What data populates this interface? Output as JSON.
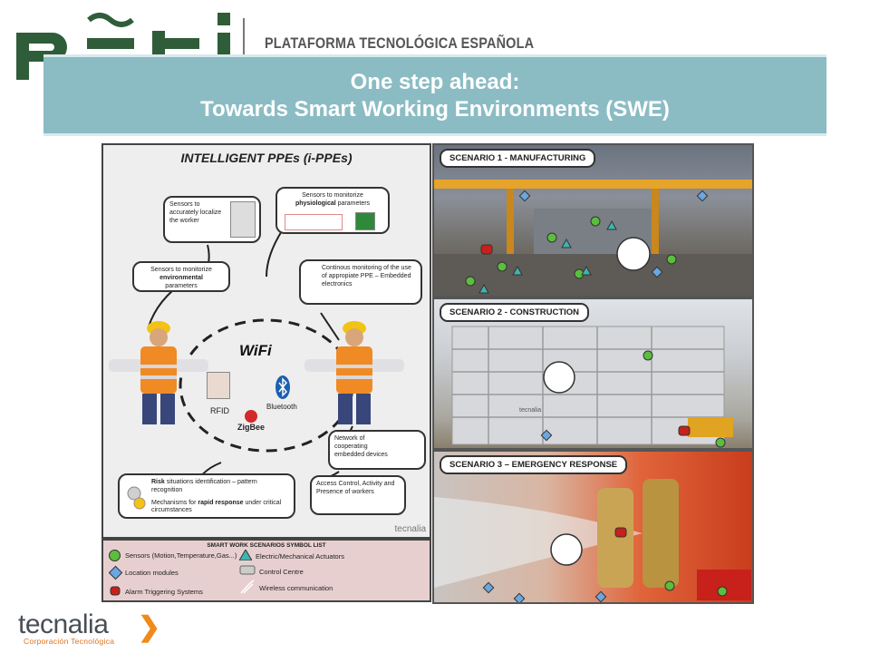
{
  "header": {
    "logo_text": "PLATAFORMA TECNOLÓGICA ESPAÑOLA",
    "title_line1": "One step ahead:",
    "title_line2": "Towards Smart Working Environments (SWE)"
  },
  "left_panel": {
    "title": "INTELLIGENT PPEs (i-PPEs)",
    "callouts": {
      "localize": "Sensors to accurately localize the worker",
      "physio_pre": "Sensors to monitorize",
      "physio_bold": "physiological",
      "physio_post": "parameters",
      "env_pre": "Sensors to monitorize",
      "env_bold": "environmental",
      "env_post": "parameters",
      "ppe": "Continous monitoring of the use of appropiate PPE – Embedded electronics",
      "network": "Network of cooperating embedded devices",
      "access": "Access Control, Activity and Presence of workers",
      "risk_bold": "Risk",
      "risk_rest": "situations identification – pattern recognition",
      "mech_pre": "Mechanisms for",
      "mech_bold": "rapid response",
      "mech_post": "under critical circumstances"
    },
    "wifi": "WiFi",
    "rfid": "RFID",
    "bluetooth": "Bluetooth",
    "zigbee": "ZigBee",
    "brand": "tecnalia"
  },
  "legend": {
    "title": "SMART WORK SCENARIOS SYMBOL LIST",
    "sensors": "Sensors (Motion,Temperature,Gas...)",
    "actuators": "Electric/Mechanical Actuators",
    "location": "Location modules",
    "control": "Control Centre",
    "alarm": "Alarm Triggering Systems",
    "wireless": "Wireless communication"
  },
  "scenarios": {
    "s1": "SCENARIO 1 - MANUFACTURING",
    "s2": "SCENARIO 2 - CONSTRUCTION",
    "s3": "SCENARIO 3 – EMERGENCY RESPONSE",
    "brand": "tecnalia"
  },
  "footer": {
    "brand": "tecnalia",
    "sub": "Corporación Tecnológica"
  },
  "colors": {
    "band": "#8bbcc4",
    "logo_green": "#2f5d3a",
    "sensor_green": "#5cbd3e",
    "location_blue": "#6aa7e0",
    "actuator_teal": "#3fb4b0",
    "alarm_red": "#c8201a"
  }
}
